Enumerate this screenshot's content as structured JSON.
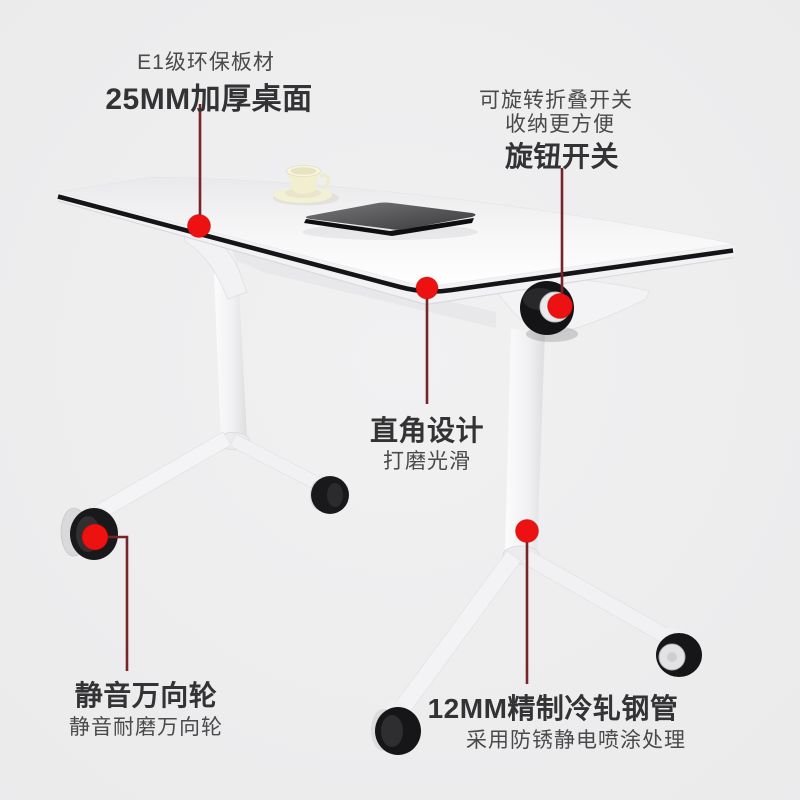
{
  "palette": {
    "background": "#efefef",
    "callout_dot_red": "#ed1111",
    "connector_line_red": "#76242a",
    "title_text": "#333335",
    "body_text": "#4a4a4c",
    "table_edge_trim": "#151517",
    "table_surface": "#fbfbfc",
    "leg_white": "#f3f3f5",
    "caster_black": "#19191b",
    "knob_black": "#141416",
    "cup_cream": "#f2eed0"
  },
  "markers": {
    "dot_icon": "callout-dot",
    "dot_count": 5,
    "line_count": 5
  },
  "callouts": {
    "top_left": {
      "subtitle": "E1级环保板材",
      "title": "25MM加厚桌面"
    },
    "top_right": {
      "line1": "可旋转折叠开关",
      "line2": "收纳更方便",
      "title": "旋钮开关"
    },
    "middle": {
      "title": "直角设计",
      "subtitle": "打磨光滑"
    },
    "bottom_left": {
      "title": "静音万向轮",
      "subtitle": "静音耐磨万向轮"
    },
    "bottom_right": {
      "title": "12MM精制冷轧钢管",
      "subtitle": "采用防锈静电喷涂处理"
    }
  }
}
